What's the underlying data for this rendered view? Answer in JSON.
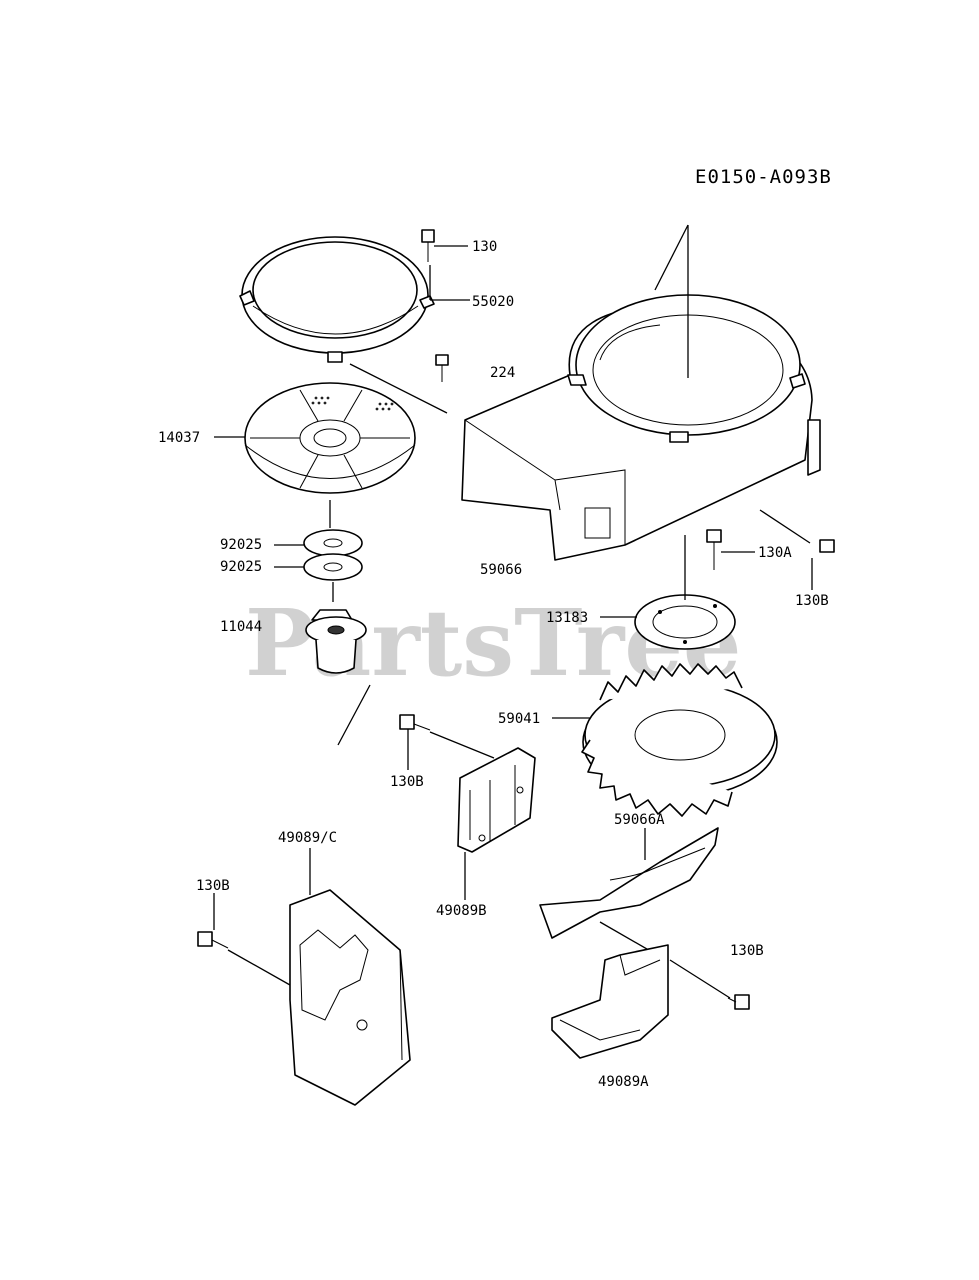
{
  "diagram_code": "E0150-A093B",
  "watermark": "PartsTree",
  "labels": {
    "p130": "130",
    "p55020": "55020",
    "p224": "224",
    "p14037": "14037",
    "p92025a": "92025",
    "p92025b": "92025",
    "p11044": "11044",
    "p59066": "59066",
    "p130A": "130A",
    "p130B_right": "130B",
    "p13183": "13183",
    "p59041": "59041",
    "p130B_mid": "130B",
    "p49089C": "49089/C",
    "p130B_left": "130B",
    "p49089B": "49089B",
    "p59066A": "59066A",
    "p130B_low": "130B",
    "p49089A": "49089A"
  }
}
